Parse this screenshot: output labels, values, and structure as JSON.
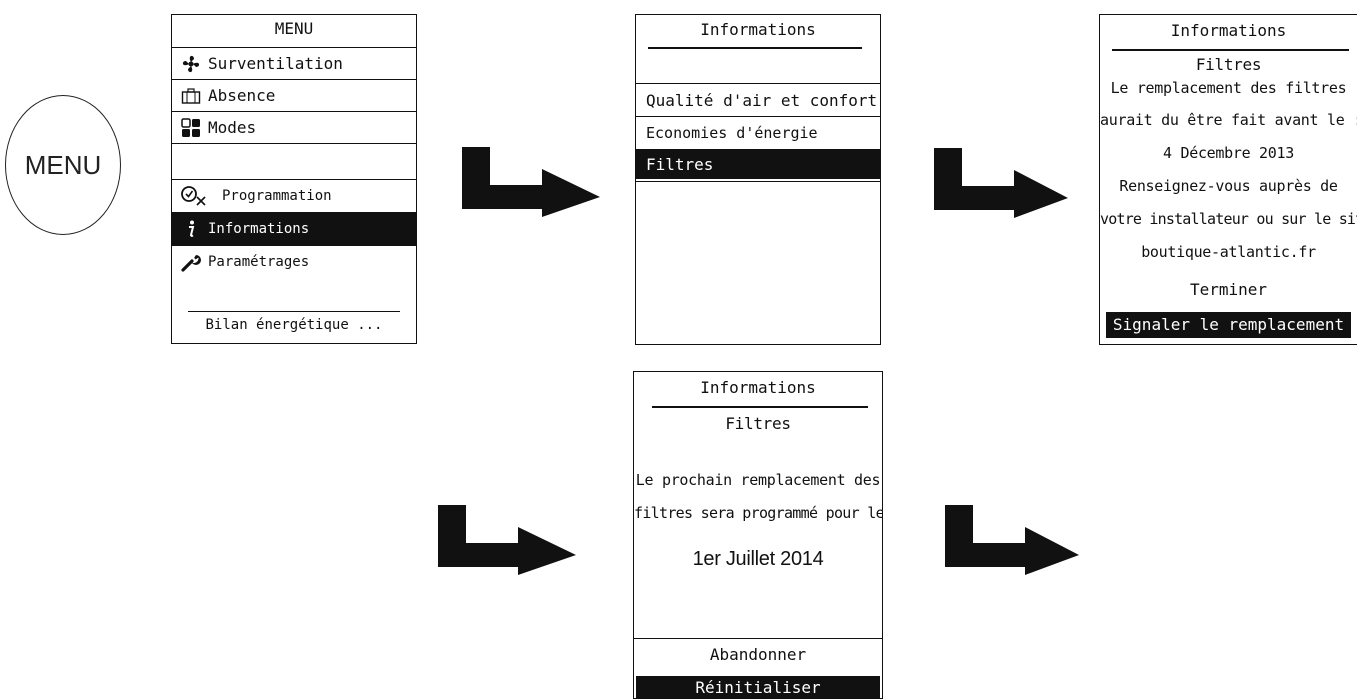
{
  "menu_button": {
    "label": "MENU"
  },
  "menu_screen": {
    "title": "MENU",
    "items": [
      {
        "label": "Surventilation",
        "icon": "fan-icon"
      },
      {
        "label": "Absence",
        "icon": "suitcase-icon"
      },
      {
        "label": "Modes",
        "icon": "modes-grid-icon"
      },
      {
        "label": "Programmation",
        "icon": "clock-schedule-icon"
      },
      {
        "label": "Informations",
        "icon": "info-icon",
        "selected": true
      },
      {
        "label": "Paramétrages",
        "icon": "wrench-icon"
      }
    ],
    "footer": "Bilan énergétique ..."
  },
  "info_screen": {
    "title": "Informations",
    "items": [
      {
        "label": "Qualité d'air et confort"
      },
      {
        "label": "Economies d'énergie"
      },
      {
        "label": "Filtres",
        "selected": true
      }
    ]
  },
  "filter_warning_screen": {
    "title": "Informations",
    "subtitle": "Filtres",
    "lines": [
      "Le remplacement des filtres",
      "aurait du être fait avant le :",
      "4 Décembre 2013",
      "Renseignez-vous auprès de",
      "votre installateur ou sur le site",
      "boutique-atlantic.fr"
    ],
    "button_finish": "Terminer",
    "button_signal": "Signaler le remplacement"
  },
  "filter_next_screen": {
    "title": "Informations",
    "subtitle": "Filtres",
    "lines": [
      "Le prochain remplacement des",
      "filtres sera programmé pour le :"
    ],
    "date": "1er Juillet 2014",
    "button_cancel": "Abandonner",
    "button_reset": "Réinitialiser"
  },
  "colors": {
    "ink": "#111111",
    "background": "#ffffff"
  }
}
